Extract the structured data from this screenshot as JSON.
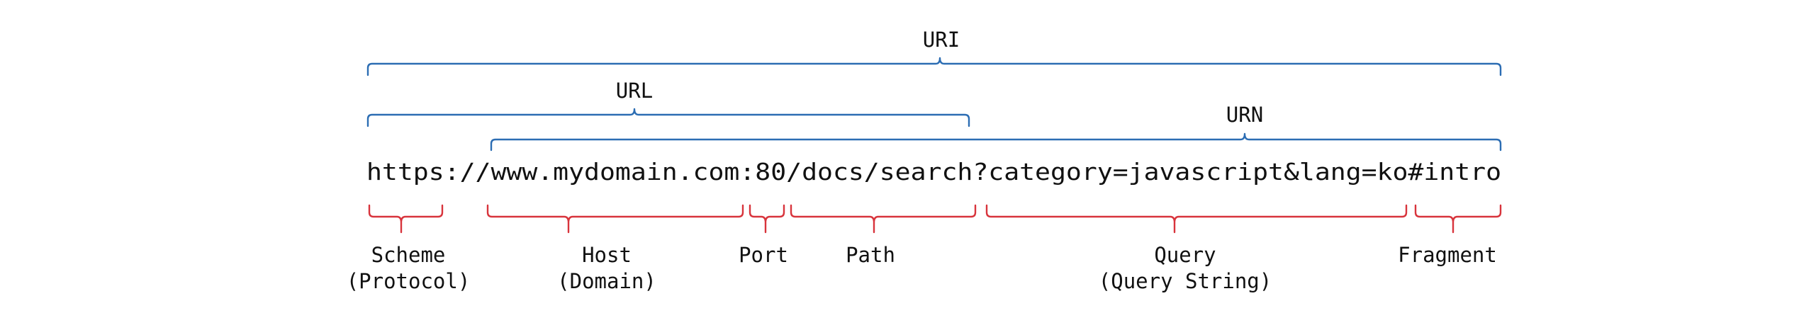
{
  "url": "https://www.mydomain.com:80/docs/search?category=javascript&lang=ko#intro",
  "top_labels": {
    "uri": "URI",
    "url": "URL",
    "urn": "URN"
  },
  "parts": {
    "scheme": [
      "Scheme",
      "(Protocol)"
    ],
    "host": [
      "Host",
      "(Domain)"
    ],
    "port": [
      "Port"
    ],
    "path": [
      "Path"
    ],
    "query": [
      "Query",
      "(Query String)"
    ],
    "fragment": [
      "Fragment"
    ]
  },
  "colors": {
    "upper_braces": "#2c6db3",
    "lower_braces": "#d8343c",
    "text": "#111111"
  }
}
